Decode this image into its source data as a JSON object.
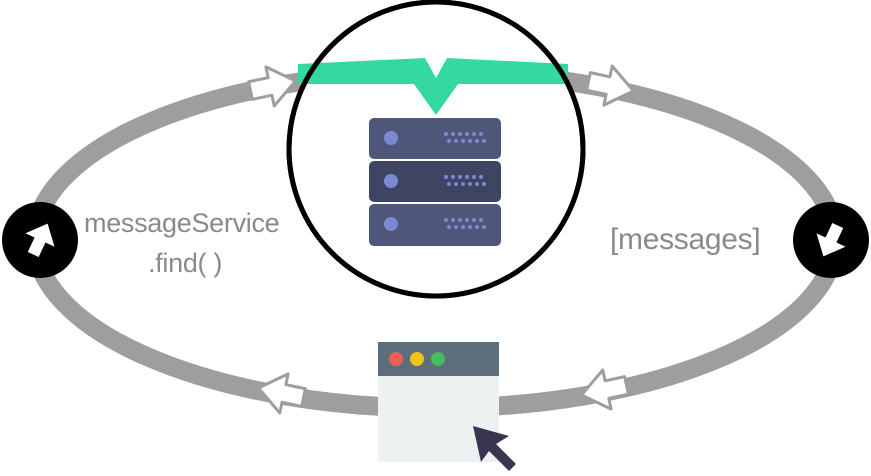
{
  "diagram": {
    "labels": {
      "request_line1": "messageService",
      "request_line2": ".find( )",
      "response": "[messages]"
    },
    "nodes": {
      "server": {
        "icon": "server-rack-icon"
      },
      "client": {
        "icon": "browser-window-icon",
        "pointer_icon": "cursor-arrow-icon"
      },
      "up_marker": {
        "icon": "arrow-up-icon"
      },
      "down_marker": {
        "icon": "arrow-down-icon"
      }
    },
    "colors": {
      "loop": "#9e9e9e",
      "accent_green": "#33d99f",
      "server_panel": "#4e5679",
      "server_panel_dark": "#3e4563",
      "server_light": "#7c89d1",
      "browser_bar": "#5c6e7c",
      "browser_body": "#edf1f2",
      "dot_red": "#ef5f57",
      "dot_yellow": "#f0c419",
      "dot_green": "#48bd5b",
      "cursor": "#3a3450",
      "marker": "#000000"
    }
  }
}
